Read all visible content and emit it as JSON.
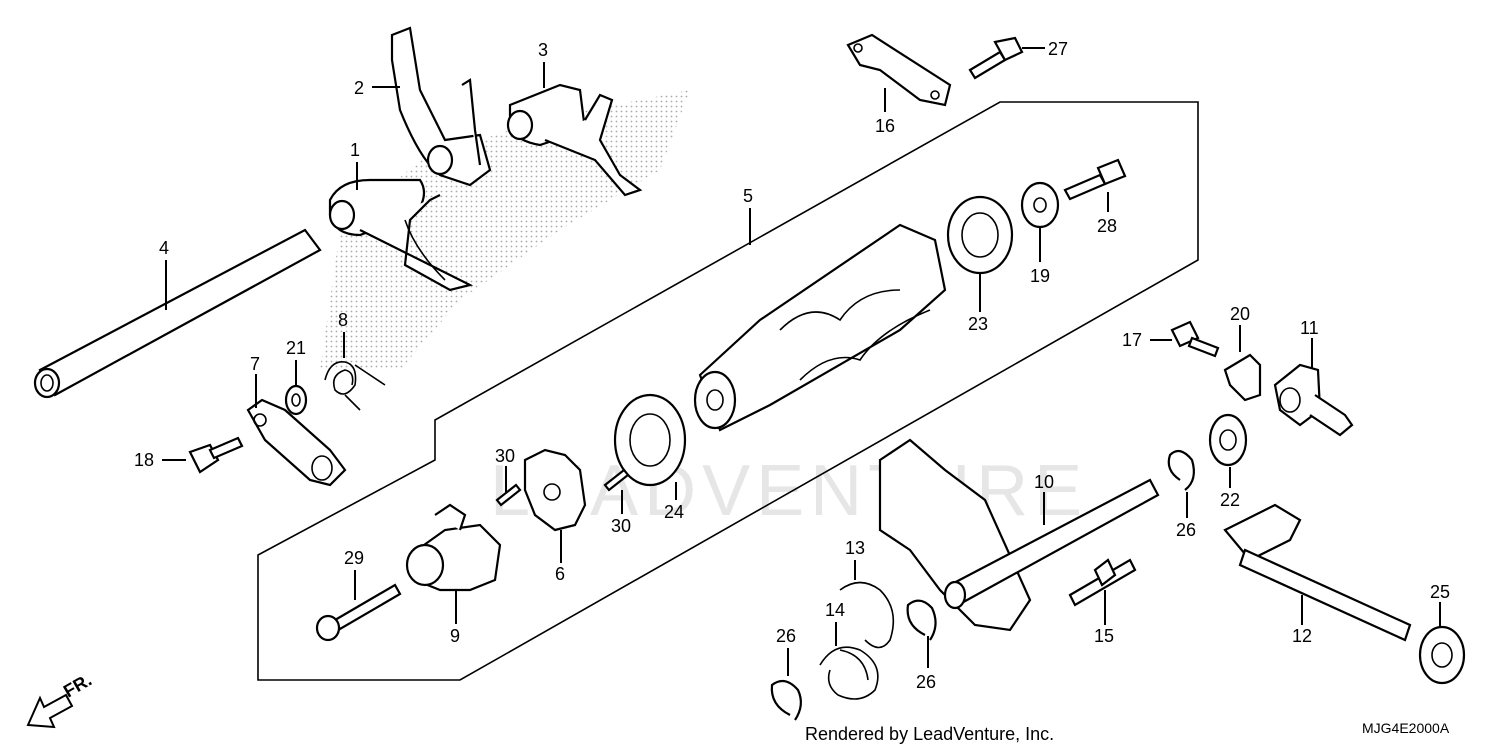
{
  "diagram_code": "MJG4E2000A",
  "footer_credit": "Rendered by LeadVenture, Inc.",
  "watermark": "LEADVENTURE",
  "front_indicator": "FR.",
  "callouts": [
    "1",
    "2",
    "3",
    "4",
    "5",
    "6",
    "7",
    "8",
    "9",
    "10",
    "11",
    "12",
    "13",
    "14",
    "15",
    "16",
    "17",
    "18",
    "19",
    "20",
    "21",
    "22",
    "23",
    "24",
    "25",
    "26",
    "26",
    "26",
    "27",
    "28",
    "29",
    "30",
    "30"
  ]
}
